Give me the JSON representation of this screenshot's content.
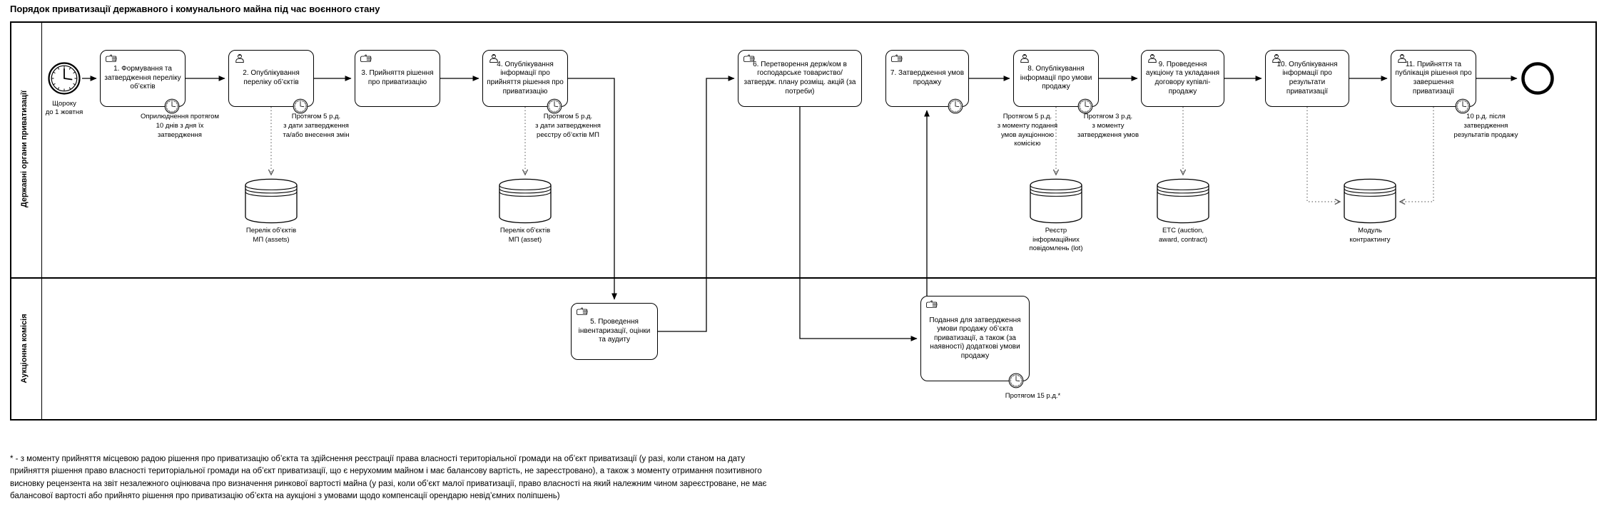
{
  "title": "Порядок приватизації державного і комунального майна під час воєнного стану",
  "colors": {
    "stroke": "#000000",
    "background": "#ffffff",
    "dashed_flow": "#595959"
  },
  "icons": {
    "start_event": "timer-clock-icon",
    "end_event": "end-circle-icon",
    "manual_task": "hand-icon",
    "user_task": "person-icon",
    "timer_badge": "clock-badge-icon",
    "datastore": "database-cylinder-icon"
  },
  "lanes": [
    {
      "label": "Державні органи приватизації"
    },
    {
      "label": "Аукціонна комісія"
    }
  ],
  "events": {
    "start": {
      "type": "timer",
      "label": "Щороку\nдо 1 жовтня"
    },
    "end": {
      "type": "end"
    }
  },
  "tasks": [
    {
      "label": "1. Формування та затвердження переліку об’єктів",
      "icon": "hand-icon",
      "timer": true
    },
    {
      "label": "2. Опублікування переліку об’єктів",
      "icon": "person-icon",
      "timer": true
    },
    {
      "label": "3. Прийняття рішення про приватизацію",
      "icon": "hand-icon",
      "timer": false
    },
    {
      "label": "4. Опублікування інформації про прийняття рішення про приватизацію",
      "icon": "person-icon",
      "timer": true
    },
    {
      "label": "5. Проведення інвентаризації, оцінки та аудиту",
      "icon": "hand-icon",
      "timer": false
    },
    {
      "label": "6. Перетворення держ/ком в господарське товариство/ затвердж. плану розміщ. акцій (за потреби)",
      "icon": "hand-icon",
      "timer": false
    },
    {
      "label": "7. Затвердження умов продажу",
      "icon": "hand-icon",
      "timer": true
    },
    {
      "label": "8. Опублікування інформації про умови продажу",
      "icon": "person-icon",
      "timer": true
    },
    {
      "label": "9. Проведення аукціону та укладання договору купівлі-продажу",
      "icon": "person-icon",
      "timer": false
    },
    {
      "label": "10. Опублікування інформації про результати приватизації",
      "icon": "person-icon",
      "timer": false
    },
    {
      "label": "11. Прийняття та публікація рішення про завершення приватизації",
      "icon": "person-icon",
      "timer": true
    },
    {
      "label": "Подання для затвердження умови продажу об’єкта приватизації, а також (за наявності) додаткові умови продажу",
      "icon": "hand-icon",
      "timer": true
    }
  ],
  "annotations": [
    "Оприлюднення протягом\n10 днів з дня їх\nзатвердження",
    "Протягом 5 р.д.\nз дати затвердження\nта/або внесення змін",
    "Протягом 5 р.д.\nз дати затвердження\nреєстру об’єктів МП",
    "Протягом 5 р.д.\nз моменту подання\nумов аукціонною\nкомісією",
    "Протягом 3 р.д.\nз моменту\nзатвердження умов",
    "10 р.д. після\nзатвердження\nрезультатів продажу",
    "Протягом 15 р.д.*"
  ],
  "datastores": [
    {
      "label": "Перелік об’єктів\nМП (assets)"
    },
    {
      "label": "Перелік об’єктів\nМП (asset)"
    },
    {
      "label": "Реєстр\nінформаційних\nповідомлень (lot)"
    },
    {
      "label": "ЕТС (auction,\naward, contract)"
    },
    {
      "label": "Модуль\nконтрактингу"
    }
  ],
  "footer": {
    "lines": [
      "* - з моменту прийняття місцевою радою рішення про приватизацію об’єкта та здійснення реєстрації права власності територіальної громади на об’єкт приватизації (у разі, коли станом на дату",
      "прийняття рішення право власності територіальної громади на об’єкт приватизації, що є нерухомим майном і має балансову вартість, не зареєстровано), а також з моменту отримання позитивного",
      "висновку рецензента на звіт незалежного оцінювача про визначення ринкової вартості майна (у разі, коли об’єкт малої приватизації, право власності на який належним чином зареєстроване, не має",
      "балансової вартості або прийнято рішення про приватизацію об’єкта на аукціоні з умовами щодо компенсації орендарю невід’ємних поліпшень)"
    ]
  }
}
